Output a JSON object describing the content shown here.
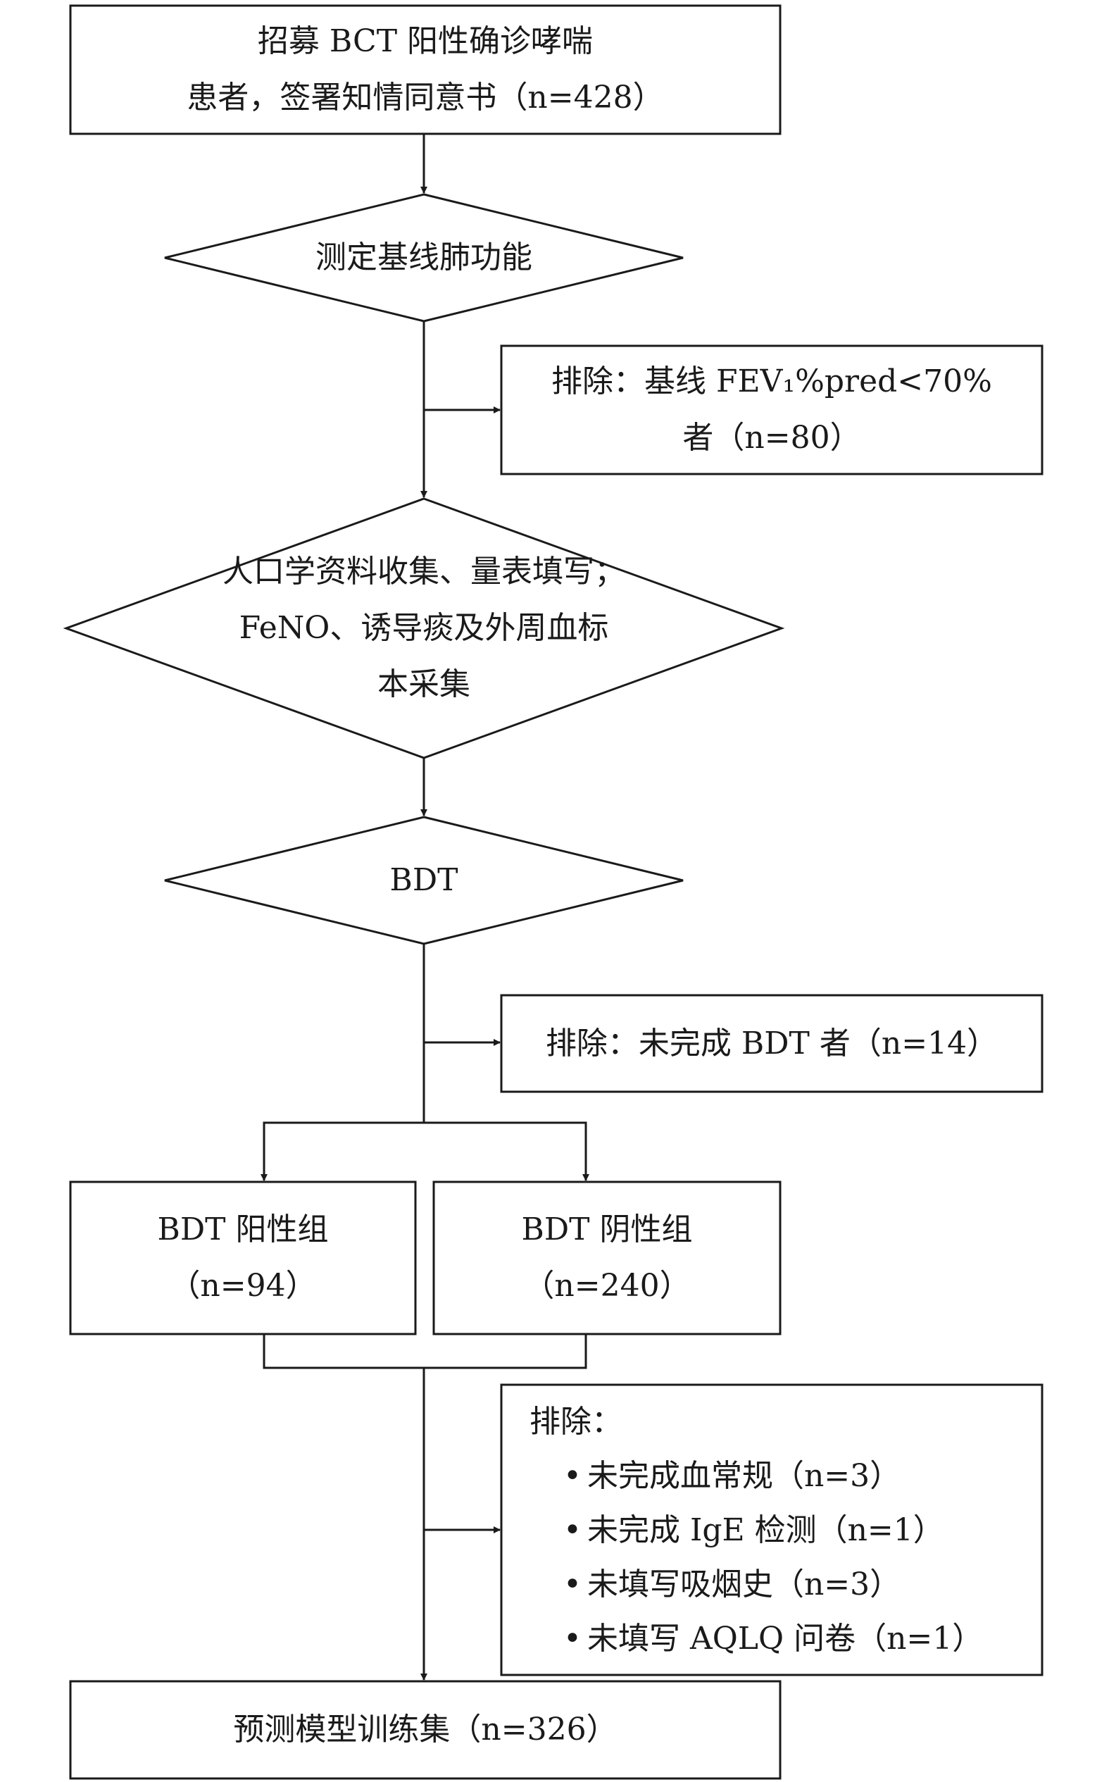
{
  "recruit": {
    "line1": "招募 BCT 阳性确诊哮喘",
    "line2": "患者，签署知情同意书（n=428）"
  },
  "baseline": {
    "label": "测定基线肺功能"
  },
  "exclude1": {
    "line1": "排除：基线 FEV₁%pred<70%",
    "line2": "者（n=80）"
  },
  "collect": {
    "line1": "人口学资料收集、量表填写；",
    "line2": "FeNO、诱导痰及外周血标",
    "line3": "本采集"
  },
  "bdt": {
    "label": "BDT"
  },
  "exclude2": {
    "line1": "排除：未完成 BDT 者（n=14）"
  },
  "positive": {
    "line1": "BDT 阳性组",
    "line2": "（n=94）"
  },
  "negative": {
    "line1": "BDT 阴性组",
    "line2": "（n=240）"
  },
  "exclude3": {
    "title": "排除：",
    "items": [
      "未完成血常规（n=3）",
      "未完成 IgE 检测（n=1）",
      "未填写吸烟史（n=3）",
      "未填写 AQLQ 问卷（n=1）"
    ]
  },
  "training": {
    "label": "预测模型训练集（n=326）"
  }
}
